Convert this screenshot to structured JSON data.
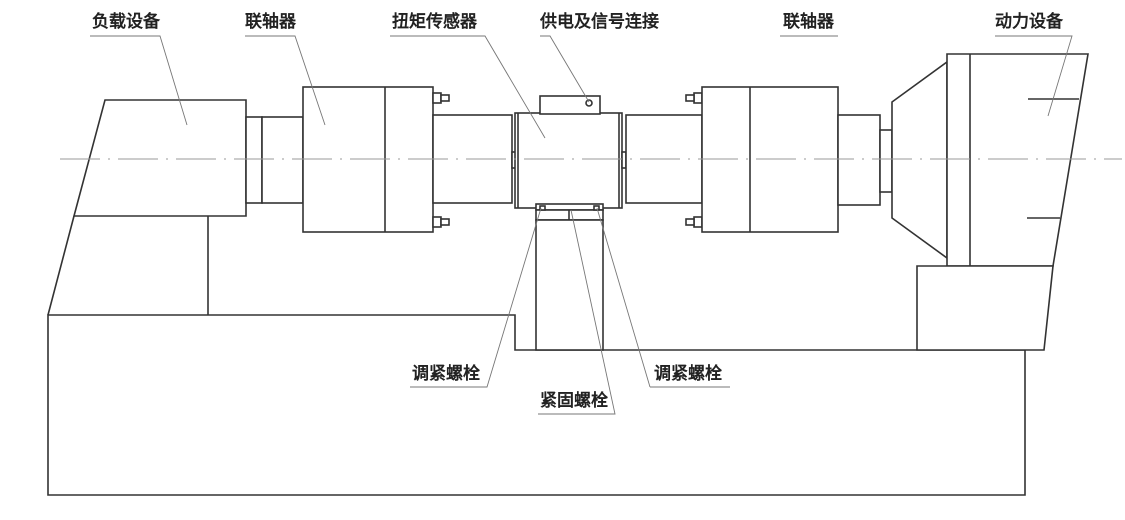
{
  "labels": {
    "load_device": "负载设备",
    "coupling_left": "联轴器",
    "torque_sensor": "扭矩传感器",
    "power_signal": "供电及信号连接",
    "coupling_right": "联轴器",
    "power_device": "动力设备",
    "adjust_bolt_left": "调紧螺栓",
    "fix_bolt": "紧固螺栓",
    "adjust_bolt_right": "调紧螺栓"
  }
}
